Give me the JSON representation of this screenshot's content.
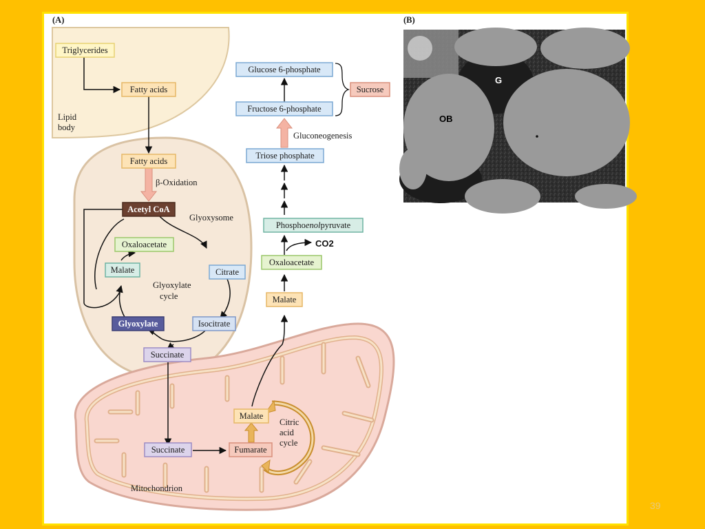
{
  "panels": {
    "a_label": "(A)",
    "b_label": "(B)"
  },
  "regions": {
    "lipid_body_line1": "Lipid",
    "lipid_body_line2": "body",
    "glyoxysome": "Glyoxysome",
    "glyoxylate_cycle_line1": "Glyoxylate",
    "glyoxylate_cycle_line2": "cycle",
    "mitochondrion": "Mitochondrion",
    "citric_line1": "Citric",
    "citric_line2": "acid",
    "citric_line3": "cycle"
  },
  "boxes": {
    "triglycerides": "Triglycerides",
    "fatty_acids_1": "Fatty acids",
    "fatty_acids_2": "Fatty acids",
    "acetyl_coa": "Acetyl CoA",
    "oxaloacetate_gly": "Oxaloacetate",
    "malate_gly": "Malate",
    "citrate": "Citrate",
    "isocitrate": "Isocitrate",
    "glyoxylate": "Glyoxylate",
    "succinate_gly": "Succinate",
    "succinate_mito": "Succinate",
    "fumarate": "Fumarate",
    "malate_mito": "Malate",
    "malate_cyto": "Malate",
    "oxaloacetate_cyto": "Oxaloacetate",
    "pep_pre": "Phospho",
    "pep_italic": "enol",
    "pep_post": "pyruvate",
    "triose_phosphate": "Triose phosphate",
    "fructose_6p": "Fructose 6-phosphate",
    "glucose_6p": "Glucose 6-phosphate",
    "sucrose": "Sucrose"
  },
  "process_labels": {
    "beta_oxidation": "β-Oxidation",
    "gluconeogenesis": "Gluconeogenesis",
    "co2": "CO2"
  },
  "micrograph": {
    "label_g": "G",
    "label_ob": "OB"
  },
  "page_number": "39",
  "colors": {
    "background": "#FFC000",
    "slide": "#FFFFFF",
    "lipid_body": "#FBEFD6",
    "glyoxysome": "#F6E8D8",
    "mitochondrion": "#F9D7CF",
    "arrow_pink": "#F4B3A3",
    "arrow_gold": "#E9B45A"
  }
}
